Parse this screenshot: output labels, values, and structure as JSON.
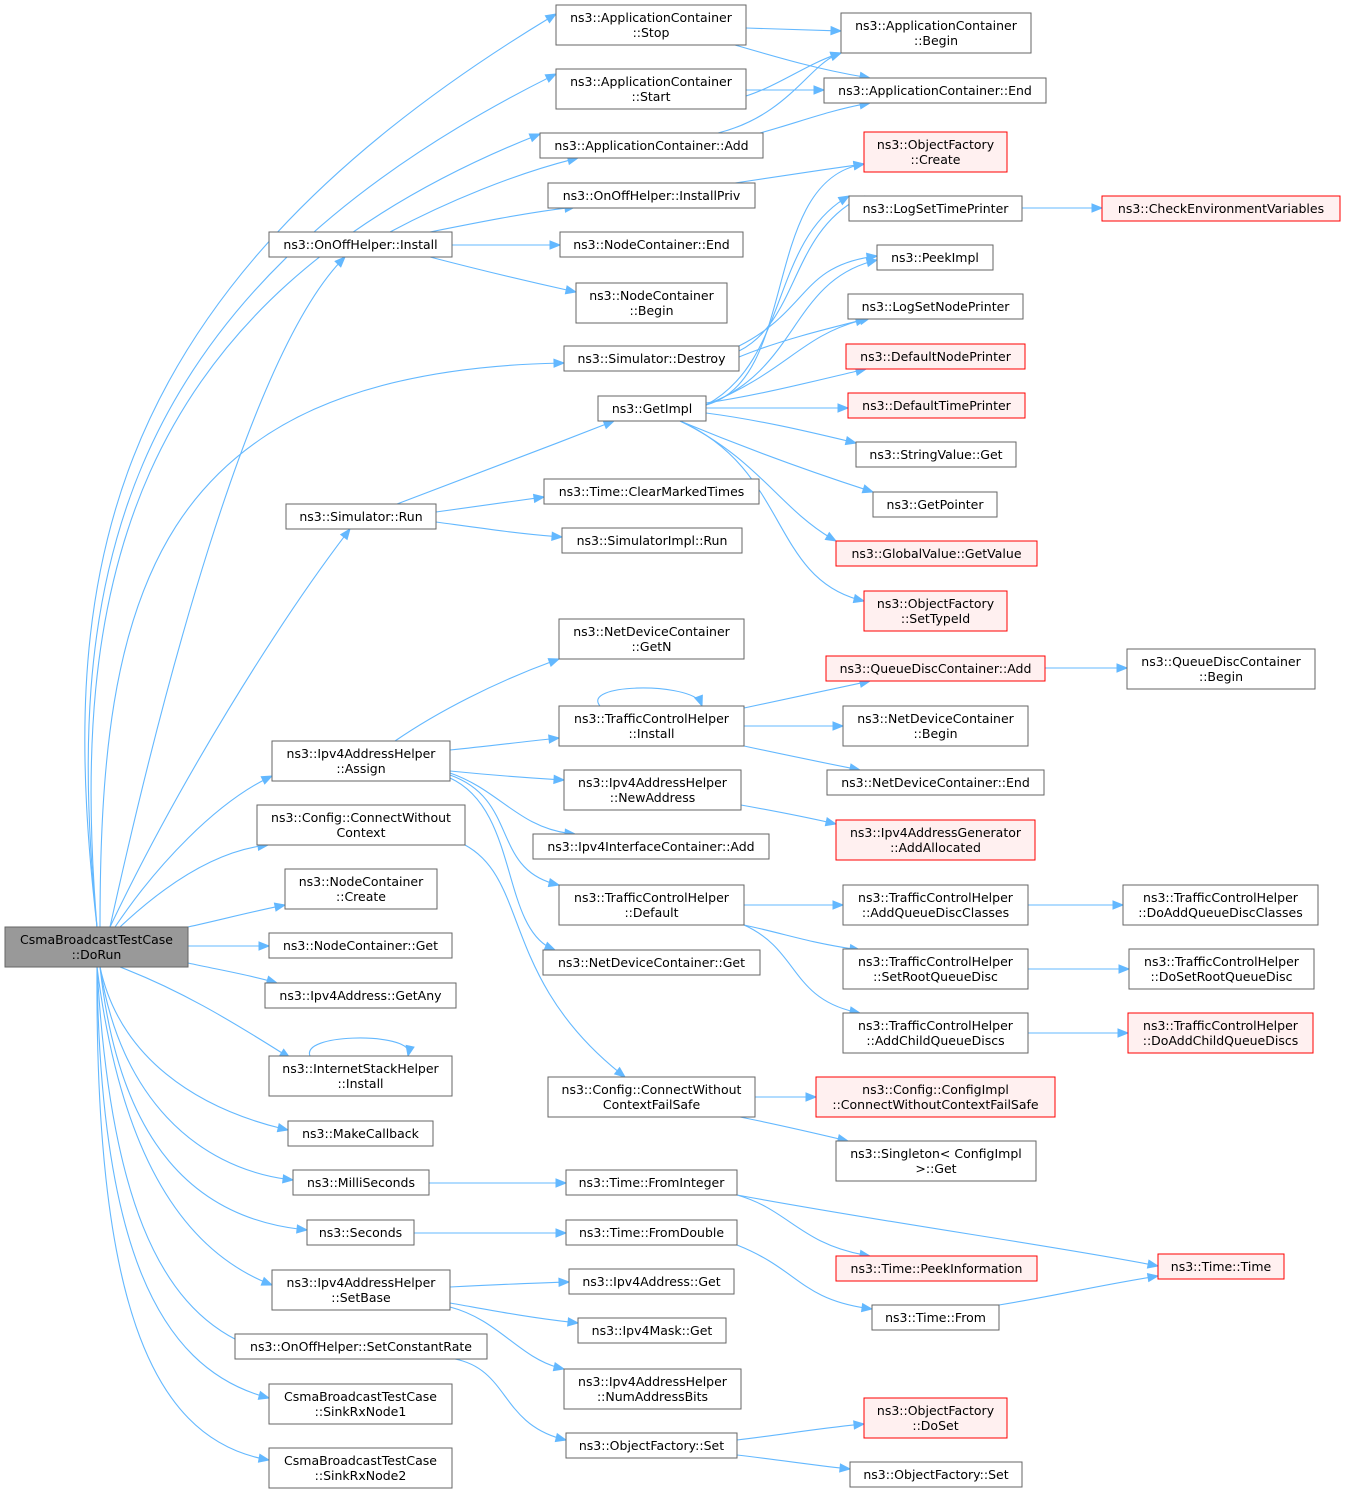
{
  "colors": {
    "edge": "#63b8ff",
    "node_border": "#666666",
    "root_fill": "#999999",
    "truncated_border": "#ff0000",
    "truncated_fill": "#fff0f0"
  },
  "nodes": [
    {
      "id": "root",
      "lines": [
        "CsmaBroadcastTestCase",
        "::DoRun"
      ],
      "style": "root"
    },
    {
      "id": "ac_stop",
      "lines": [
        "ns3::ApplicationContainer",
        "::Stop"
      ]
    },
    {
      "id": "ac_begin",
      "lines": [
        "ns3::ApplicationContainer",
        "::Begin"
      ]
    },
    {
      "id": "ac_start",
      "lines": [
        "ns3::ApplicationContainer",
        "::Start"
      ]
    },
    {
      "id": "ac_end",
      "lines": [
        "ns3::ApplicationContainer::End"
      ]
    },
    {
      "id": "ac_add",
      "lines": [
        "ns3::ApplicationContainer::Add"
      ]
    },
    {
      "id": "of_create",
      "lines": [
        "ns3::ObjectFactory",
        "::Create"
      ],
      "style": "trunc"
    },
    {
      "id": "onoff_installpriv",
      "lines": [
        "ns3::OnOffHelper::InstallPriv"
      ]
    },
    {
      "id": "logset_time",
      "lines": [
        "ns3::LogSetTimePrinter"
      ]
    },
    {
      "id": "check_env",
      "lines": [
        "ns3::CheckEnvironmentVariables"
      ],
      "style": "trunc"
    },
    {
      "id": "onoff_install",
      "lines": [
        "ns3::OnOffHelper::Install"
      ]
    },
    {
      "id": "nc_end",
      "lines": [
        "ns3::NodeContainer::End"
      ]
    },
    {
      "id": "peekimpl",
      "lines": [
        "ns3::PeekImpl"
      ]
    },
    {
      "id": "nc_begin",
      "lines": [
        "ns3::NodeContainer",
        "::Begin"
      ]
    },
    {
      "id": "logset_node",
      "lines": [
        "ns3::LogSetNodePrinter"
      ]
    },
    {
      "id": "sim_destroy",
      "lines": [
        "ns3::Simulator::Destroy"
      ]
    },
    {
      "id": "default_node",
      "lines": [
        "ns3::DefaultNodePrinter"
      ],
      "style": "trunc"
    },
    {
      "id": "getimpl",
      "lines": [
        "ns3::GetImpl"
      ]
    },
    {
      "id": "default_time",
      "lines": [
        "ns3::DefaultTimePrinter"
      ],
      "style": "trunc"
    },
    {
      "id": "stringvalue_get",
      "lines": [
        "ns3::StringValue::Get"
      ]
    },
    {
      "id": "time_clear",
      "lines": [
        "ns3::Time::ClearMarkedTimes"
      ]
    },
    {
      "id": "getpointer",
      "lines": [
        "ns3::GetPointer"
      ]
    },
    {
      "id": "sim_run",
      "lines": [
        "ns3::Simulator::Run"
      ]
    },
    {
      "id": "simimpl_run",
      "lines": [
        "ns3::SimulatorImpl::Run"
      ]
    },
    {
      "id": "gv_getvalue",
      "lines": [
        "ns3::GlobalValue::GetValue"
      ],
      "style": "trunc"
    },
    {
      "id": "of_settypeid",
      "lines": [
        "ns3::ObjectFactory",
        "::SetTypeId"
      ],
      "style": "trunc"
    },
    {
      "id": "ndc_getn",
      "lines": [
        "ns3::NetDeviceContainer",
        "::GetN"
      ]
    },
    {
      "id": "qdc_add",
      "lines": [
        "ns3::QueueDiscContainer::Add"
      ],
      "style": "trunc"
    },
    {
      "id": "qdc_begin",
      "lines": [
        "ns3::QueueDiscContainer",
        "::Begin"
      ]
    },
    {
      "id": "tch_install",
      "lines": [
        "ns3::TrafficControlHelper",
        "::Install"
      ]
    },
    {
      "id": "ndc_begin",
      "lines": [
        "ns3::NetDeviceContainer",
        "::Begin"
      ]
    },
    {
      "id": "ipv4ah_assign",
      "lines": [
        "ns3::Ipv4AddressHelper",
        "::Assign"
      ]
    },
    {
      "id": "ipv4ah_newaddr",
      "lines": [
        "ns3::Ipv4AddressHelper",
        "::NewAddress"
      ]
    },
    {
      "id": "ndc_end",
      "lines": [
        "ns3::NetDeviceContainer::End"
      ]
    },
    {
      "id": "config_cwc",
      "lines": [
        "ns3::Config::ConnectWithout",
        "Context"
      ]
    },
    {
      "id": "ipv4ag_addalloc",
      "lines": [
        "ns3::Ipv4AddressGenerator",
        "::AddAllocated"
      ],
      "style": "trunc"
    },
    {
      "id": "ipv4ic_add",
      "lines": [
        "ns3::Ipv4InterfaceContainer::Add"
      ]
    },
    {
      "id": "nc_create",
      "lines": [
        "ns3::NodeContainer",
        "::Create"
      ]
    },
    {
      "id": "tch_default",
      "lines": [
        "ns3::TrafficControlHelper",
        "::Default"
      ]
    },
    {
      "id": "tch_addqdc",
      "lines": [
        "ns3::TrafficControlHelper",
        "::AddQueueDiscClasses"
      ]
    },
    {
      "id": "tch_doaddqdc",
      "lines": [
        "ns3::TrafficControlHelper",
        "::DoAddQueueDiscClasses"
      ]
    },
    {
      "id": "nc_get",
      "lines": [
        "ns3::NodeContainer::Get"
      ]
    },
    {
      "id": "ndc_get",
      "lines": [
        "ns3::NetDeviceContainer::Get"
      ]
    },
    {
      "id": "tch_setroot",
      "lines": [
        "ns3::TrafficControlHelper",
        "::SetRootQueueDisc"
      ]
    },
    {
      "id": "tch_dosetroot",
      "lines": [
        "ns3::TrafficControlHelper",
        "::DoSetRootQueueDisc"
      ]
    },
    {
      "id": "ipv4a_getany",
      "lines": [
        "ns3::Ipv4Address::GetAny"
      ]
    },
    {
      "id": "tch_addchild",
      "lines": [
        "ns3::TrafficControlHelper",
        "::AddChildQueueDiscs"
      ]
    },
    {
      "id": "tch_doaddchild",
      "lines": [
        "ns3::TrafficControlHelper",
        "::DoAddChildQueueDiscs"
      ],
      "style": "trunc"
    },
    {
      "id": "ish_install",
      "lines": [
        "ns3::InternetStackHelper",
        "::Install"
      ]
    },
    {
      "id": "config_cwcfs",
      "lines": [
        "ns3::Config::ConnectWithout",
        "ContextFailSafe"
      ]
    },
    {
      "id": "configimpl_cwcfs",
      "lines": [
        "ns3::Config::ConfigImpl",
        "::ConnectWithoutContextFailSafe"
      ],
      "style": "trunc"
    },
    {
      "id": "makecallback",
      "lines": [
        "ns3::MakeCallback"
      ]
    },
    {
      "id": "singleton_get",
      "lines": [
        "ns3::Singleton< ConfigImpl",
        ">::Get"
      ]
    },
    {
      "id": "milliseconds",
      "lines": [
        "ns3::MilliSeconds"
      ]
    },
    {
      "id": "time_frominteger",
      "lines": [
        "ns3::Time::FromInteger"
      ]
    },
    {
      "id": "seconds",
      "lines": [
        "ns3::Seconds"
      ]
    },
    {
      "id": "time_fromdouble",
      "lines": [
        "ns3::Time::FromDouble"
      ]
    },
    {
      "id": "time_peekinfo",
      "lines": [
        "ns3::Time::PeekInformation"
      ],
      "style": "trunc"
    },
    {
      "id": "time_time",
      "lines": [
        "ns3::Time::Time"
      ],
      "style": "trunc"
    },
    {
      "id": "ipv4ah_setbase",
      "lines": [
        "ns3::Ipv4AddressHelper",
        "::SetBase"
      ]
    },
    {
      "id": "ipv4a_get",
      "lines": [
        "ns3::Ipv4Address::Get"
      ]
    },
    {
      "id": "time_from",
      "lines": [
        "ns3::Time::From"
      ]
    },
    {
      "id": "ipv4mask_get",
      "lines": [
        "ns3::Ipv4Mask::Get"
      ]
    },
    {
      "id": "onoff_setconst",
      "lines": [
        "ns3::OnOffHelper::SetConstantRate"
      ]
    },
    {
      "id": "ipv4ah_numbits",
      "lines": [
        "ns3::Ipv4AddressHelper",
        "::NumAddressBits"
      ]
    },
    {
      "id": "sink1",
      "lines": [
        "CsmaBroadcastTestCase",
        "::SinkRxNode1"
      ]
    },
    {
      "id": "of_doset",
      "lines": [
        "ns3::ObjectFactory",
        "::DoSet"
      ],
      "style": "trunc"
    },
    {
      "id": "of_set",
      "lines": [
        "ns3::ObjectFactory::Set"
      ]
    },
    {
      "id": "sink2",
      "lines": [
        "CsmaBroadcastTestCase",
        "::SinkRxNode2"
      ]
    },
    {
      "id": "of_set2",
      "lines": [
        "ns3::ObjectFactory::Set"
      ]
    }
  ]
}
